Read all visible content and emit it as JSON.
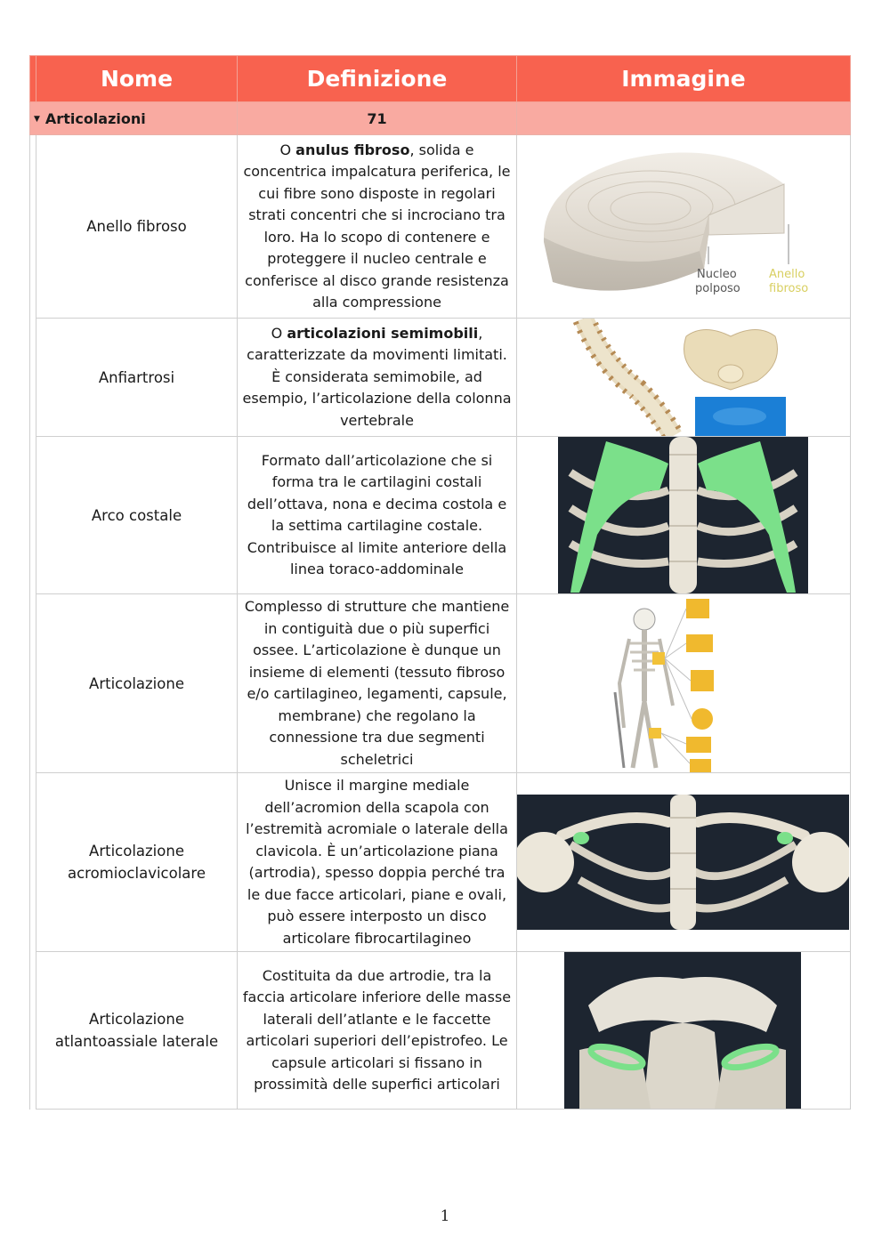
{
  "header": {
    "col1": "Nome",
    "col2": "Definizione",
    "col3": "Immagine"
  },
  "group": {
    "name": "Articolazioni",
    "count": "71"
  },
  "rows": [
    {
      "name": "Anello fibroso",
      "def_pre": "O ",
      "def_bold": "anulus fibroso",
      "def_post": ", solida e concentrica impalcatura periferica, le cui fibre sono disposte in regolari strati concentri che si incrociano tra loro. Ha lo scopo di contenere e proteggere il nucleo centrale e conferisce al disco grande resistenza alla compressione",
      "image_labels": {
        "a": "Nucleo",
        "b": "polposo",
        "c": "Anello",
        "d": "fibroso"
      }
    },
    {
      "name": "Anfiartrosi",
      "def_pre": "O ",
      "def_bold": "articolazioni semimobili",
      "def_post": ", caratterizzate da movimenti limitati. È considerata semimobile, ad esempio, l’articolazione della colonna vertebrale"
    },
    {
      "name": "Arco costale",
      "def": "Formato dall’articolazione che si forma tra le cartilagini costali dell’ottava, nona e decima costola e la settima cartilagine costale. Contribuisce al limite anteriore della linea toraco-addominale"
    },
    {
      "name": "Articolazione",
      "def": "Complesso di strutture che mantiene in contiguità due o più superfici ossee. L’articolazione è dunque un insieme di elementi (tessuto fibroso e/o cartilagineo, legamenti, capsule, membrane) che regolano la connessione tra due segmenti scheletrici"
    },
    {
      "name_l1": "Articolazione",
      "name_l2": "acromioclavicolare",
      "def": "Unisce il margine mediale dell’acromion della scapola con l’estremità acromiale o laterale della clavicola. È un’articolazione piana (artrodia), spesso doppia perché tra le due facce articolari, piane e ovali, può essere interposto un disco articolare fibrocartilagineo"
    },
    {
      "name_l1": "Articolazione",
      "name_l2": "atlantoassiale laterale",
      "def": "Costituita da due artrodie, tra la faccia articolare inferiore delle masse laterali dell’atlante e le faccette articolari superiori dell’epistrofeo. Le capsule articolari si fissano in prossimità delle superfici articolari"
    }
  ],
  "page_number": "1",
  "colors": {
    "header": "#f8624f",
    "group": "#f9aaa1",
    "highlight": "#7be08a"
  }
}
